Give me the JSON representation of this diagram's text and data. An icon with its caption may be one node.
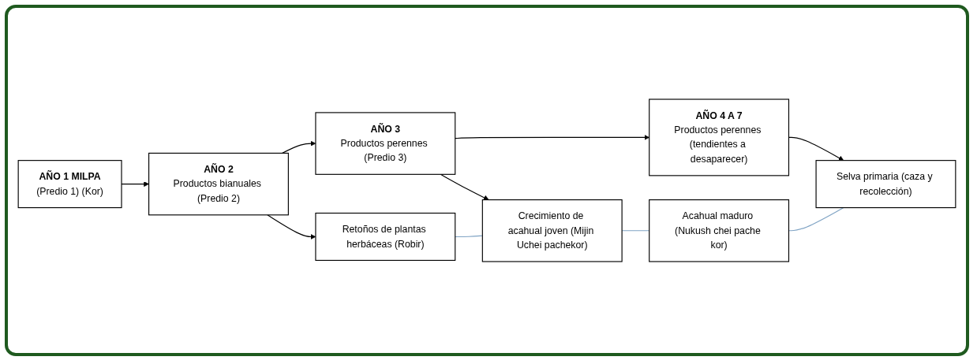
{
  "diagram": {
    "nodes": [
      {
        "text": [
          "AÑO 1 MILPA",
          "(Predio 1) (Kor)"
        ]
      },
      {
        "text": [
          "AÑO 2",
          "Productos bianuales (Predio 2)"
        ]
      },
      {
        "text": [
          "AÑO 3",
          "Productos perennes (Predio 3)"
        ]
      },
      {
        "text": [
          "AÑO 4 A 7",
          "Productos perennes (tendientes a desaparecer)"
        ]
      },
      {
        "text": [
          "Selva primaria (caza y recolección)"
        ]
      },
      {
        "text": [
          "Retoños de plantas herbáceas (Robir)"
        ]
      },
      {
        "text": [
          "Crecimiento de acahual joven (Mijin Uchei pachekor)"
        ]
      },
      {
        "text": [
          "Acahual maduro (Nukush chei pache kor)"
        ]
      }
    ],
    "edges": [
      {
        "from": 0,
        "to": 1,
        "arrow": "to"
      },
      {
        "from": 1,
        "to": 2,
        "arrow": "to"
      },
      {
        "from": 2,
        "to": 3,
        "arrow": "to"
      },
      {
        "from": 3,
        "to": 4,
        "arrow": "to"
      },
      {
        "from": 1,
        "to": 5,
        "arrow": "to"
      },
      {
        "from": 2,
        "to": 6,
        "arrow": "to"
      },
      {
        "from": 5,
        "to": 6,
        "arrow": "none",
        "color": "#7fa3c4"
      },
      {
        "from": 6,
        "to": 7,
        "arrow": "none",
        "color": "#7fa3c4"
      },
      {
        "from": 7,
        "to": 4,
        "arrow": "none",
        "color": "#7fa3c4"
      }
    ]
  }
}
